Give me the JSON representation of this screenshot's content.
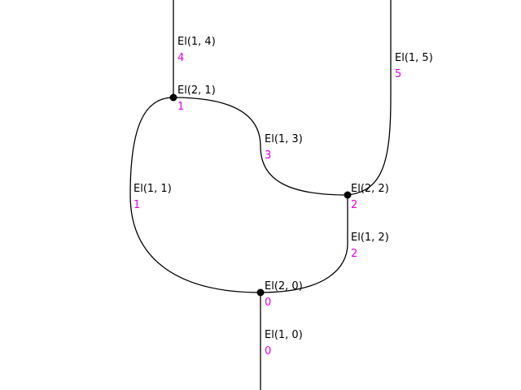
{
  "colors": {
    "edge": "#000000",
    "node": "#000000",
    "name": "#000000",
    "index": "#e600e6"
  },
  "edges": [
    {
      "name": "El(1, 0)",
      "index": "0"
    },
    {
      "name": "El(1, 1)",
      "index": "1"
    },
    {
      "name": "El(1, 2)",
      "index": "2"
    },
    {
      "name": "El(1, 3)",
      "index": "3"
    },
    {
      "name": "El(1, 4)",
      "index": "4"
    },
    {
      "name": "El(1, 5)",
      "index": "5"
    }
  ],
  "nodes": [
    {
      "name": "El(2, 0)",
      "index": "0"
    },
    {
      "name": "El(2, 1)",
      "index": "1"
    },
    {
      "name": "El(2, 2)",
      "index": "2"
    }
  ]
}
